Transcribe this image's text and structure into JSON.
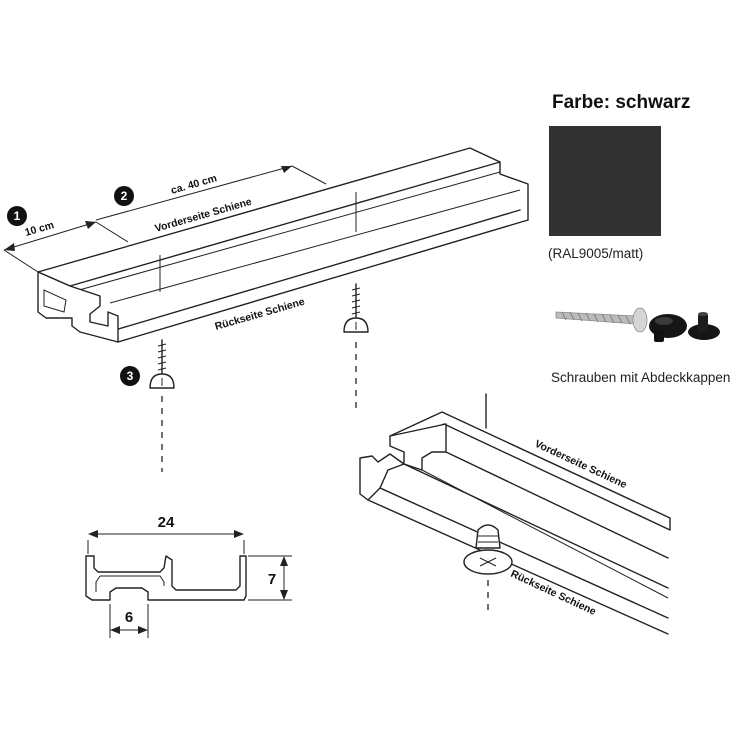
{
  "color": {
    "title": "Farbe: schwarz",
    "swatch_hex": "#333232",
    "code": "(RAL9005/matt)"
  },
  "accessory": {
    "caption": "Schrauben mit Abdeckkappen",
    "icons": [
      "screw-icon",
      "cover-cap-icon",
      "cover-cap-icon"
    ]
  },
  "rail_view": {
    "steps": [
      "1",
      "2",
      "3"
    ],
    "dim_10": "10 cm",
    "dim_40": "ca. 40 cm",
    "front_label": "Vorderseite Schiene",
    "back_label": "Rückseite Schiene"
  },
  "detail_view": {
    "front_label": "Vorderseite Schiene",
    "back_label": "Rückseite Schiene"
  },
  "profile": {
    "width": "24",
    "height": "7",
    "slot": "6"
  }
}
